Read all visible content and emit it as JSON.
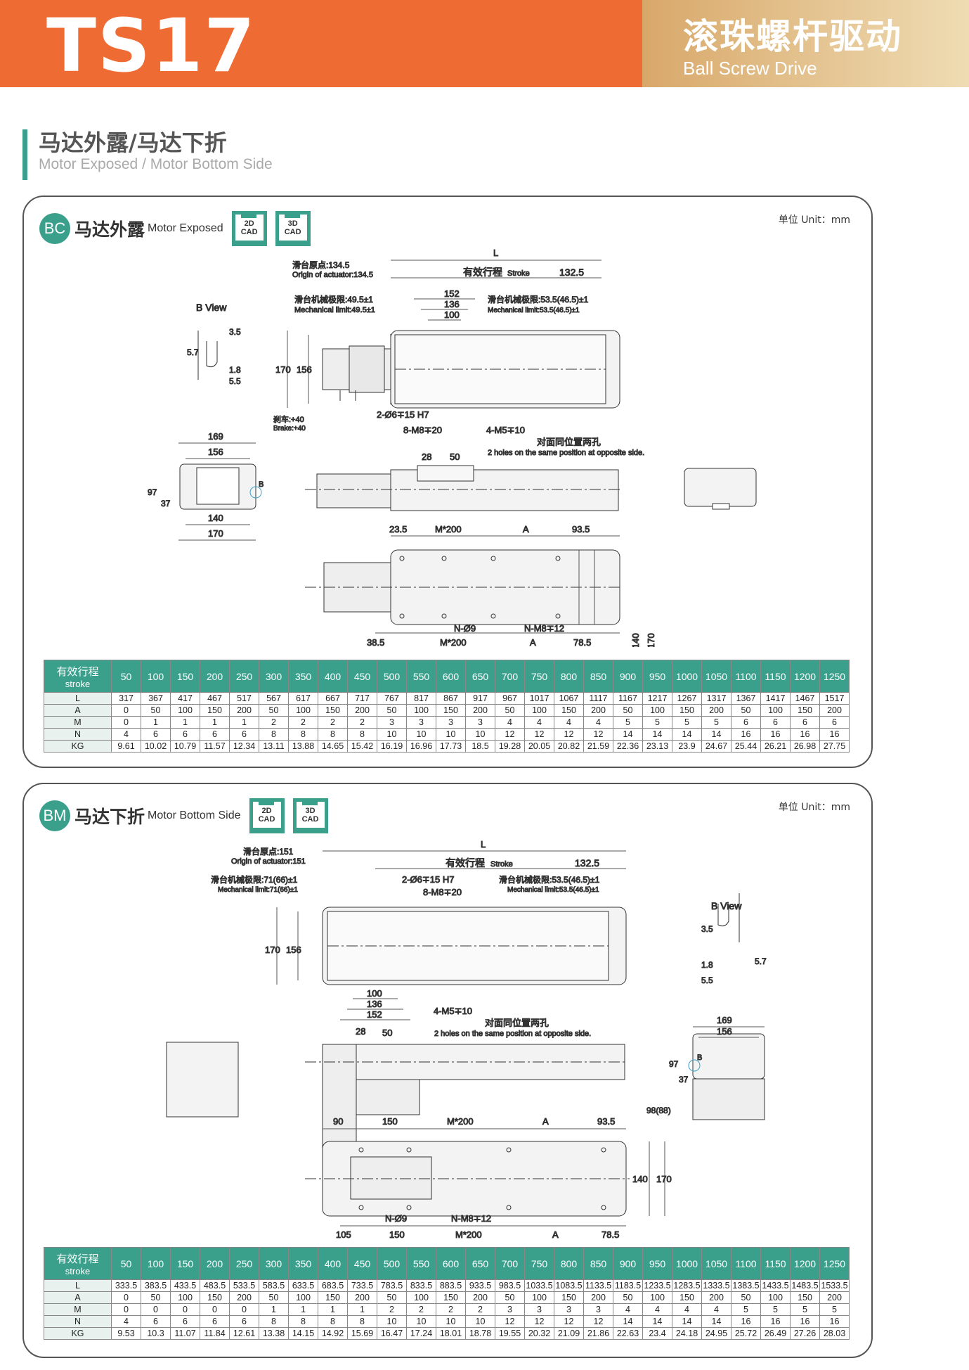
{
  "header": {
    "model": "TS17",
    "title_cn": "滚珠螺杆驱动",
    "title_en": "Ball Screw Drive"
  },
  "section": {
    "title_cn": "马达外露/马达下折",
    "title_en": "Motor Exposed / Motor Bottom Side"
  },
  "colors": {
    "accent_orange": "#ef6b34",
    "accent_gold": "#d8a86a",
    "teal": "#3aa08c"
  },
  "panels": [
    {
      "badge": "BC",
      "title_cn": "马达外露",
      "title_en": "Motor Exposed",
      "cad": [
        {
          "top": "2D",
          "bottom": "CAD"
        },
        {
          "top": "3D",
          "bottom": "CAD"
        }
      ],
      "unit": "单位 Unit：mm",
      "labels": {
        "L": "L",
        "origin_cn": "滑台原点:134.5",
        "origin_en": "Origin of actuator:134.5",
        "stroke_cn": "有效行程",
        "stroke_en": "Stroke",
        "d132": "132.5",
        "mech_l_cn": "滑台机械极限:49.5±1",
        "mech_l_en": "Mechanical limit:49.5±1",
        "mech_r_cn_a": "滑台机械极限:53.5(",
        "mech_r_cn_b": "46.5",
        "mech_r_cn_c": ")±1",
        "mech_r_en_a": "Mechanical limit:53.5(",
        "mech_r_en_b": "46.5",
        "mech_r_en_c": ")±1",
        "d152": "152",
        "d136": "136",
        "d100": "100",
        "bview": "B View",
        "d35": "3.5",
        "d57": "5.7",
        "d18": "1.8",
        "d55": "5.5",
        "d170": "170",
        "d156": "156",
        "brake_cn": "刹车:+40",
        "brake_en": "Brake:+40",
        "holes": "2-Ø6∓15 H7",
        "m8": "8-M8∓20",
        "m5": "4-M5∓10",
        "opp_cn": "对面同位置两孔",
        "opp_en": "2 holes on the same position at opposite side.",
        "d169": "169",
        "d156b": "156",
        "d97": "97",
        "d37": "37",
        "d140": "140",
        "d170b": "170",
        "b": "B",
        "d28": "28",
        "d50": "50",
        "d235": "23.5",
        "m200": "M*200",
        "a": "A",
        "d935": "93.5",
        "d140v": "140",
        "d170v": "170",
        "n9": "N-Ø9",
        "nm8": "N-M8∓12",
        "d385": "38.5",
        "m200b": "M*200",
        "a2": "A",
        "d785": "78.5"
      },
      "table": {
        "head_cn": "有效行程",
        "head_en": "stroke",
        "strokes": [
          "50",
          "100",
          "150",
          "200",
          "250",
          "300",
          "350",
          "400",
          "450",
          "500",
          "550",
          "600",
          "650",
          "700",
          "750",
          "800",
          "850",
          "900",
          "950",
          "1000",
          "1050",
          "1100",
          "1150",
          "1200",
          "1250"
        ],
        "rows": [
          {
            "label": "L",
            "values": [
              "317",
              "367",
              "417",
              "467",
              "517",
              "567",
              "617",
              "667",
              "717",
              "767",
              "817",
              "867",
              "917",
              "967",
              "1017",
              "1067",
              "1117",
              "1167",
              "1217",
              "1267",
              "1317",
              "1367",
              "1417",
              "1467",
              "1517"
            ]
          },
          {
            "label": "A",
            "values": [
              "0",
              "50",
              "100",
              "150",
              "200",
              "50",
              "100",
              "150",
              "200",
              "50",
              "100",
              "150",
              "200",
              "50",
              "100",
              "150",
              "200",
              "50",
              "100",
              "150",
              "200",
              "50",
              "100",
              "150",
              "200"
            ]
          },
          {
            "label": "M",
            "values": [
              "0",
              "1",
              "1",
              "1",
              "1",
              "2",
              "2",
              "2",
              "2",
              "3",
              "3",
              "3",
              "3",
              "4",
              "4",
              "4",
              "4",
              "5",
              "5",
              "5",
              "5",
              "6",
              "6",
              "6",
              "6"
            ]
          },
          {
            "label": "N",
            "values": [
              "4",
              "6",
              "6",
              "6",
              "6",
              "8",
              "8",
              "8",
              "8",
              "10",
              "10",
              "10",
              "10",
              "12",
              "12",
              "12",
              "12",
              "14",
              "14",
              "14",
              "14",
              "16",
              "16",
              "16",
              "16"
            ]
          },
          {
            "label": "KG",
            "values": [
              "9.61",
              "10.02",
              "10.79",
              "11.57",
              "12.34",
              "13.11",
              "13.88",
              "14.65",
              "15.42",
              "16.19",
              "16.96",
              "17.73",
              "18.5",
              "19.28",
              "20.05",
              "20.82",
              "21.59",
              "22.36",
              "23.13",
              "23.9",
              "24.67",
              "25.44",
              "26.21",
              "26.98",
              "27.75"
            ]
          }
        ]
      }
    },
    {
      "badge": "BM",
      "title_cn": "马达下折",
      "title_en": "Motor Bottom Side",
      "cad": [
        {
          "top": "2D",
          "bottom": "CAD"
        },
        {
          "top": "3D",
          "bottom": "CAD"
        }
      ],
      "unit": "单位 Unit：mm",
      "labels": {
        "L": "L",
        "origin_cn": "滑台原点:151",
        "origin_en": "Origin of actuator:151",
        "stroke_cn": "有效行程",
        "stroke_en": "Stroke",
        "d132": "132.5",
        "mech_l_cn_a": "滑台机械极限:71(",
        "mech_l_cn_b": "66",
        "mech_l_cn_c": ")±1",
        "mech_l_en_a": "Mechanical limit:71(",
        "mech_l_en_b": "66",
        "mech_l_en_c": ")±1",
        "holes": "2-Ø6∓15 H7",
        "m8": "8-M8∓20",
        "mech_r_cn_a": "滑台机械极限:53.5(",
        "mech_r_cn_b": "46.5",
        "mech_r_cn_c": ")±1",
        "mech_r_en_a": "Mechanical limit:53.5(",
        "mech_r_en_b": "46.5",
        "mech_r_en_c": ")±1",
        "bview": "B View",
        "d35": "3.5",
        "d57": "5.7",
        "d18": "1.8",
        "d55": "5.5",
        "d170": "170",
        "d156": "156",
        "d100": "100",
        "d136": "136",
        "d152": "152",
        "m5": "4-M5∓10",
        "opp_cn": "对面同位置两孔",
        "opp_en": "2 holes on the same position at opposite side.",
        "d28": "28",
        "d50": "50",
        "d169": "169",
        "d156b": "156",
        "d97": "97",
        "d37": "37",
        "d98": "98(88)",
        "b": "B",
        "d90": "90",
        "d150": "150",
        "m200": "M*200",
        "a": "A",
        "d935": "93.5",
        "d140v": "140",
        "d170v": "170",
        "n9": "N-Ø9",
        "nm8": "N-M8∓12",
        "d105": "105",
        "d150b": "150",
        "m200b": "M*200",
        "a2": "A",
        "d785": "78.5"
      },
      "table": {
        "head_cn": "有效行程",
        "head_en": "stroke",
        "strokes": [
          "50",
          "100",
          "150",
          "200",
          "250",
          "300",
          "350",
          "400",
          "450",
          "500",
          "550",
          "600",
          "650",
          "700",
          "750",
          "800",
          "850",
          "900",
          "950",
          "1000",
          "1050",
          "1100",
          "1150",
          "1200",
          "1250"
        ],
        "rows": [
          {
            "label": "L",
            "values": [
              "333.5",
              "383.5",
              "433.5",
              "483.5",
              "533.5",
              "583.5",
              "633.5",
              "683.5",
              "733.5",
              "783.5",
              "833.5",
              "883.5",
              "933.5",
              "983.5",
              "1033.5",
              "1083.5",
              "1133.5",
              "1183.5",
              "1233.5",
              "1283.5",
              "1333.5",
              "1383.5",
              "1433.5",
              "1483.5",
              "1533.5"
            ]
          },
          {
            "label": "A",
            "values": [
              "0",
              "50",
              "100",
              "150",
              "200",
              "50",
              "100",
              "150",
              "200",
              "50",
              "100",
              "150",
              "200",
              "50",
              "100",
              "150",
              "200",
              "50",
              "100",
              "150",
              "200",
              "50",
              "100",
              "150",
              "200"
            ]
          },
          {
            "label": "M",
            "values": [
              "0",
              "0",
              "0",
              "0",
              "0",
              "1",
              "1",
              "1",
              "1",
              "2",
              "2",
              "2",
              "2",
              "3",
              "3",
              "3",
              "3",
              "4",
              "4",
              "4",
              "4",
              "5",
              "5",
              "5",
              "5"
            ]
          },
          {
            "label": "N",
            "values": [
              "4",
              "6",
              "6",
              "6",
              "6",
              "8",
              "8",
              "8",
              "8",
              "10",
              "10",
              "10",
              "10",
              "12",
              "12",
              "12",
              "12",
              "14",
              "14",
              "14",
              "14",
              "16",
              "16",
              "16",
              "16"
            ]
          },
          {
            "label": "KG",
            "values": [
              "9.53",
              "10.3",
              "11.07",
              "11.84",
              "12.61",
              "13.38",
              "14.15",
              "14.92",
              "15.69",
              "16.47",
              "17.24",
              "18.01",
              "18.78",
              "19.55",
              "20.32",
              "21.09",
              "21.86",
              "22.63",
              "23.4",
              "24.18",
              "24.95",
              "25.72",
              "26.49",
              "27.26",
              "28.03"
            ]
          }
        ]
      }
    }
  ]
}
